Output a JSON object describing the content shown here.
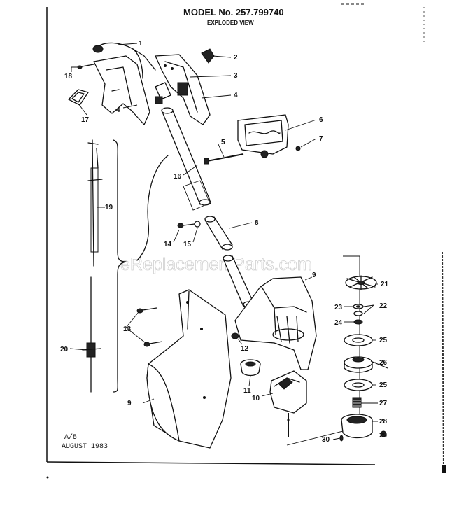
{
  "header": {
    "model": "MODEL No. 257.799740",
    "subtitle": "EXPLODED VIEW"
  },
  "footer": {
    "code": "A/5",
    "date": "AUGUST 1983"
  },
  "watermark": "eReplacementParts.com",
  "callouts": {
    "c1": "1",
    "c2": "2",
    "c3": "3",
    "c4a": "4",
    "c4b": "4",
    "c5": "5",
    "c6": "6",
    "c7": "7",
    "c8": "8",
    "c9a": "9",
    "c9b": "9",
    "c10": "10",
    "c11": "11",
    "c12": "12",
    "c13": "13",
    "c14": "14",
    "c15": "15",
    "c16": "16",
    "c17": "17",
    "c18": "18",
    "c19": "19",
    "c20": "20",
    "c21": "21",
    "c22": "22",
    "c23": "23",
    "c24": "24",
    "c25a": "25",
    "c25b": "25",
    "c26": "26",
    "c27": "27",
    "c28": "28",
    "c29": "29",
    "c30": "30"
  }
}
